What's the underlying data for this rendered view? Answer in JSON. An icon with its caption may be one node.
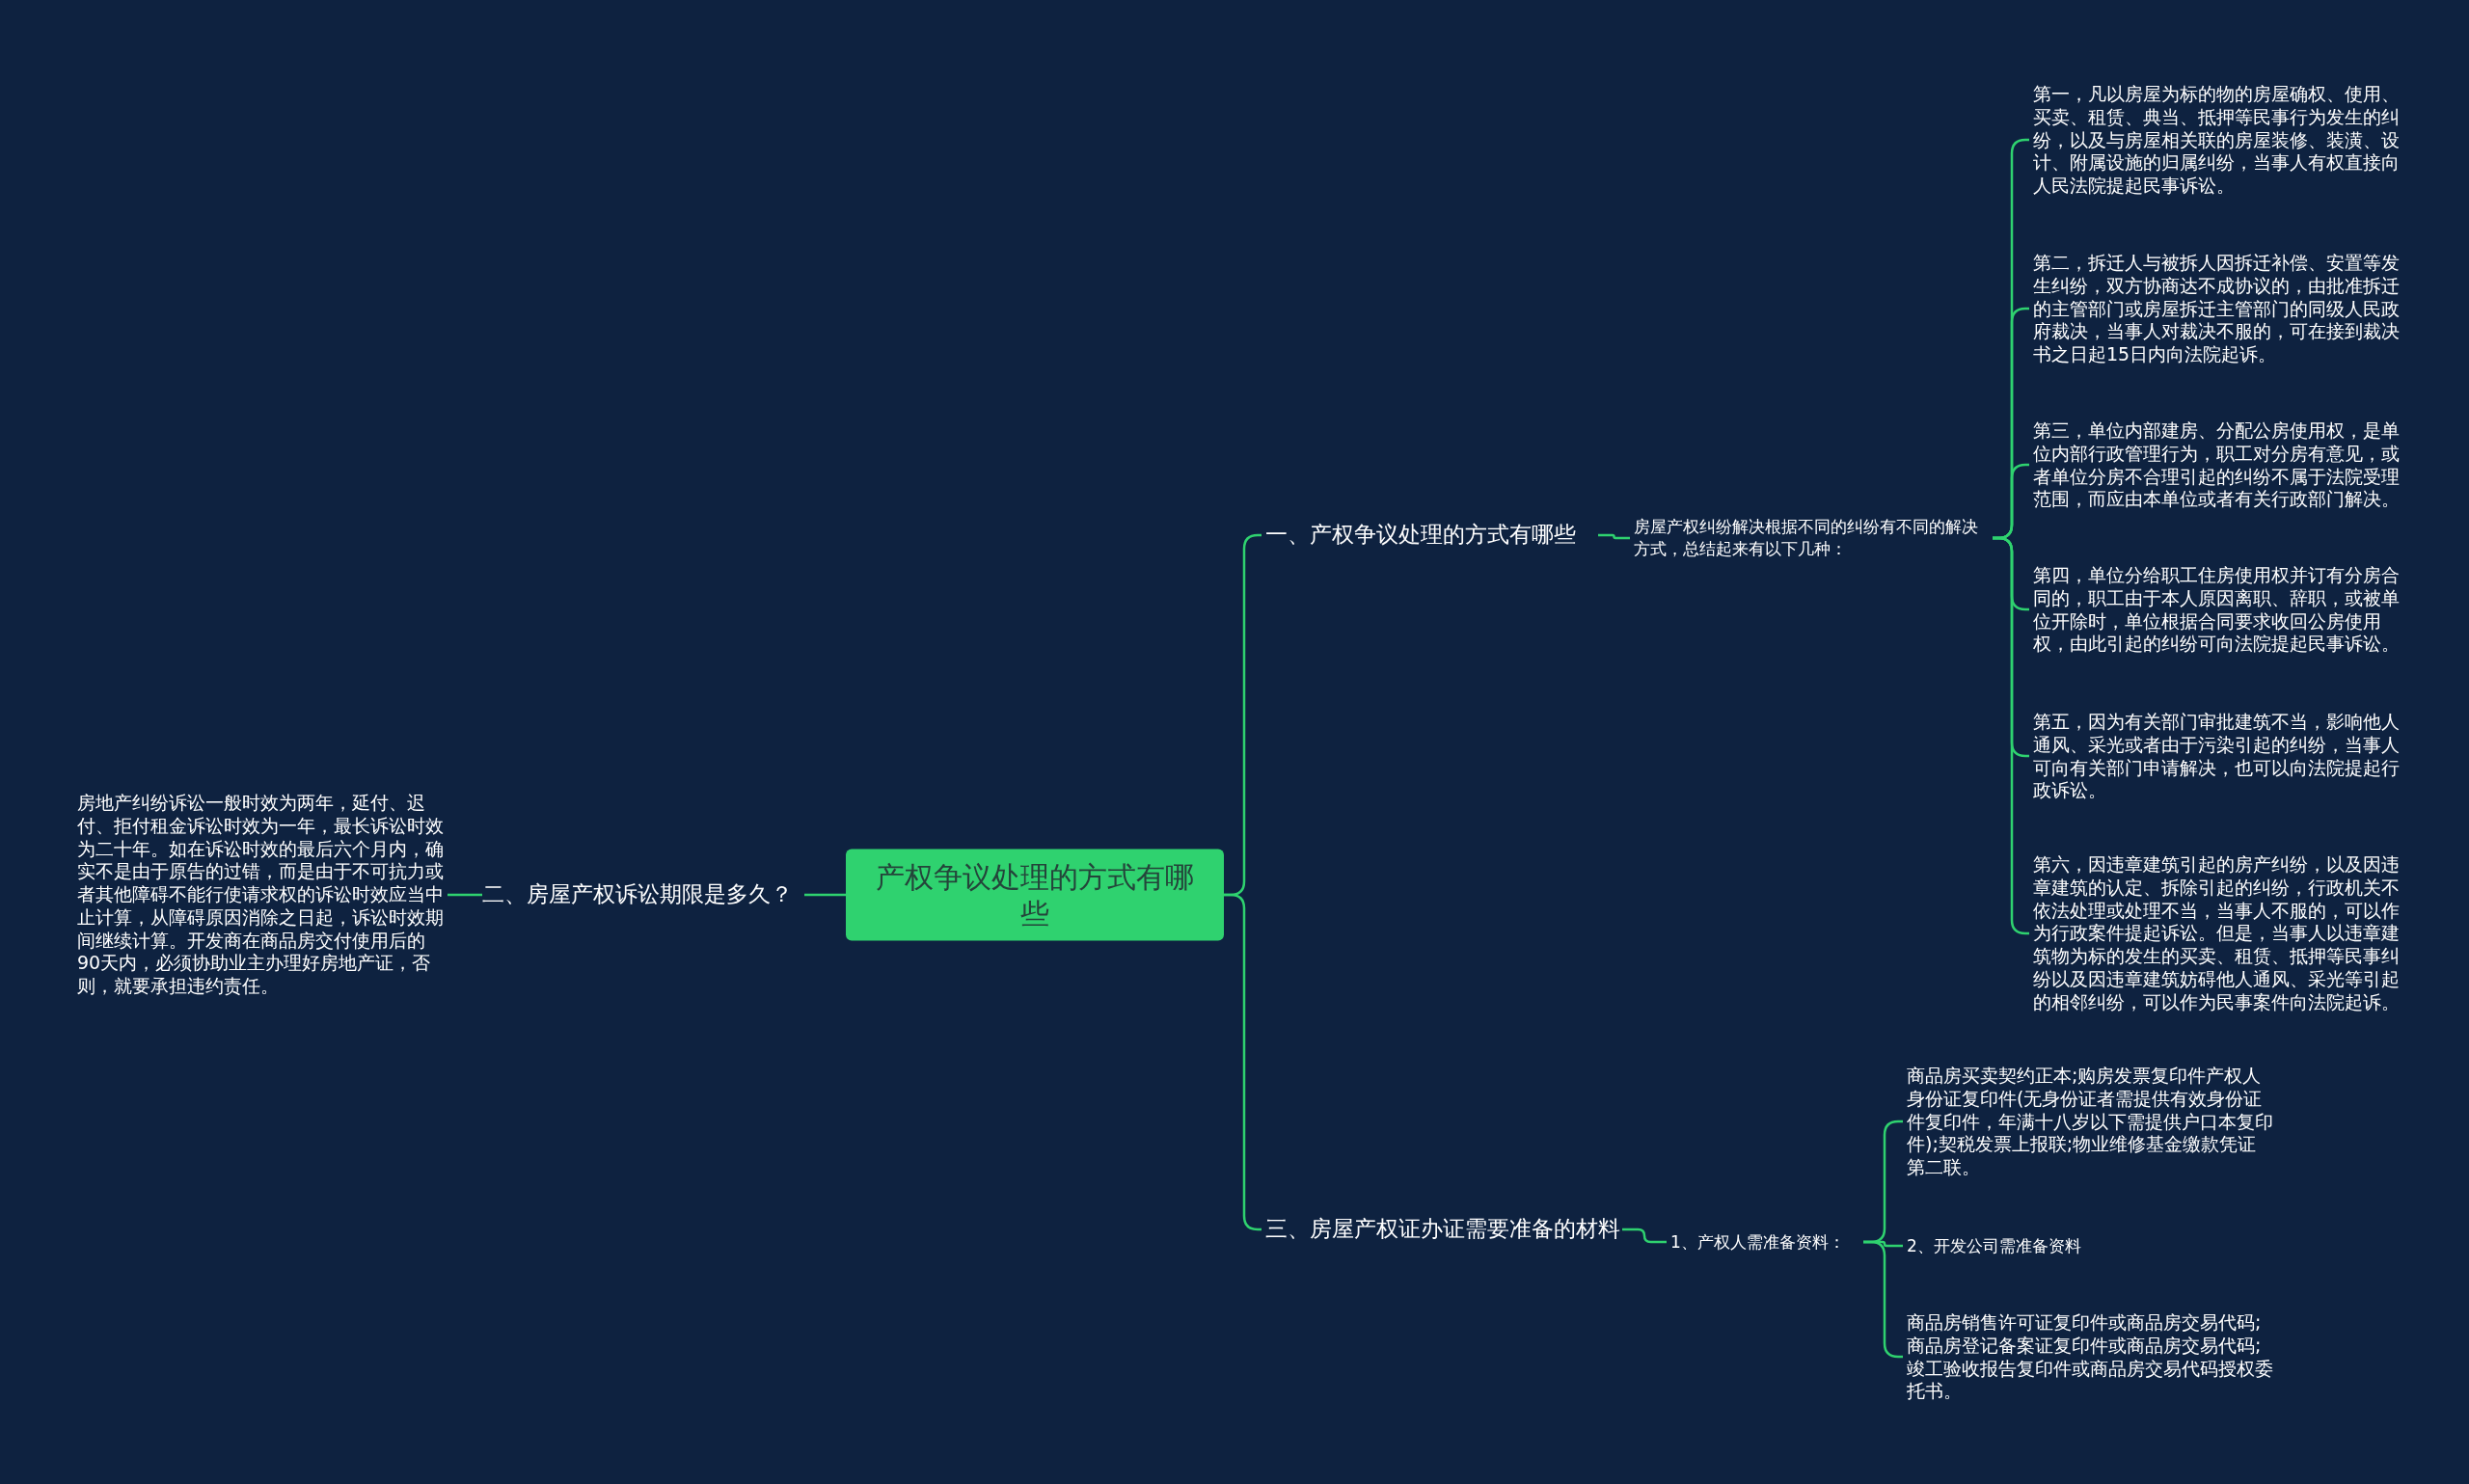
{
  "diagram": {
    "nodes": [
      {
        "text": [
          "产权争议处理的方式有哪些"
        ]
      },
      {
        "text": [
          "一、产权争议处理的方式有哪些"
        ]
      },
      {
        "text": [
          "房屋产权纠纷解决根据不同的纠纷有不同的解决方式，总结起来有以下几种："
        ]
      },
      {
        "text": [
          "第一，凡以房屋为标的物的房屋确权、使用、买卖、租赁、典当、抵押等民事行为发生的纠纷，以及与房屋相关联的房屋装修、装潢、设计、附属设施的归属纠纷，当事人有权直接向人民法院提起民事诉讼。"
        ]
      },
      {
        "text": [
          "第二，拆迁人与被拆人因拆迁补偿、安置等发生纠纷，双方协商达不成协议的，由批准拆迁的主管部门或房屋拆迁主管部门的同级人民政府裁决，当事人对裁决不服的，可在接到裁决书之日起15日内向法院起诉。"
        ]
      },
      {
        "text": [
          "第三，单位内部建房、分配公房使用权，是单位内部行政管理行为，职工对分房有意见，或者单位分房不合理引起的纠纷不属于法院受理范围，而应由本单位或者有关行政部门解决。"
        ]
      },
      {
        "text": [
          "第四，单位分给职工住房使用权并订有分房合同的，职工由于本人原因离职、辞职，或被单位开除时，单位根据合同要求收回公房使用权，由此引起的纠纷可向法院提起民事诉讼。"
        ]
      },
      {
        "text": [
          "第五，因为有关部门审批建筑不当，影响他人通风、采光或者由于污染引起的纠纷，当事人可向有关部门申请解决，也可以向法院提起行政诉讼。"
        ]
      },
      {
        "text": [
          "第六，因违章建筑引起的房产纠纷，以及因违章建筑的认定、拆除引起的纠纷，行政机关不依法处理或处理不当，当事人不服的，可以作为行政案件提起诉讼。但是，当事人以违章建筑物为标的发生的买卖、租赁、抵押等民事纠纷以及因违章建筑妨碍他人通风、采光等引起的相邻纠纷，可以作为民事案件向法院起诉。"
        ]
      },
      {
        "text": [
          "二、房屋产权诉讼期限是多久？"
        ]
      },
      {
        "text": [
          "房地产纠纷诉讼一般时效为两年，延付、迟付、拒付租金诉讼时效为一年，最长诉讼时效为二十年。如在诉讼时效的最后六个月内，确实不是由于原告的过错，而是由于不可抗力或者其他障碍不能行使请求权的诉讼时效应当中止计算，从障碍原因消除之日起，诉讼时效期间继续计算。开发商在商品房交付使用后的90天内，必须协助业主办理好房地产证，否则，就要承担违约责任。"
        ]
      },
      {
        "text": [
          "三、房屋产权证办证需要准备的材料"
        ]
      },
      {
        "text": [
          "1、产权人需准备资料："
        ]
      },
      {
        "text": [
          "商品房买卖契约正本;购房发票复印件产权人身份证复印件(无身份证者需提供有效身份证件复印件，年满十八岁以下需提供户口本复印件);契税发票上报联;物业维修基金缴款凭证第二联。"
        ]
      },
      {
        "text": [
          "2、开发公司需准备资料"
        ]
      },
      {
        "text": [
          "商品房销售许可证复印件或商品房交易代码;商品房登记备案证复印件或商品房交易代码;竣工验收报告复印件或商品房交易代码授权委托书。"
        ]
      }
    ],
    "edges": [
      {
        "from": 0,
        "to": 1,
        "arrow": "none"
      },
      {
        "from": 1,
        "to": 2,
        "arrow": "none"
      },
      {
        "from": 2,
        "to": 3,
        "arrow": "none"
      },
      {
        "from": 2,
        "to": 4,
        "arrow": "none"
      },
      {
        "from": 2,
        "to": 5,
        "arrow": "none"
      },
      {
        "from": 2,
        "to": 6,
        "arrow": "none"
      },
      {
        "from": 2,
        "to": 7,
        "arrow": "none"
      },
      {
        "from": 2,
        "to": 8,
        "arrow": "none"
      },
      {
        "from": 0,
        "to": 9,
        "arrow": "none"
      },
      {
        "from": 9,
        "to": 10,
        "arrow": "none"
      },
      {
        "from": 0,
        "to": 11,
        "arrow": "none"
      },
      {
        "from": 11,
        "to": 12,
        "arrow": "none"
      },
      {
        "from": 12,
        "to": 13,
        "arrow": "none"
      },
      {
        "from": 12,
        "to": 14,
        "arrow": "none"
      },
      {
        "from": 12,
        "to": 15,
        "arrow": "none"
      }
    ]
  }
}
